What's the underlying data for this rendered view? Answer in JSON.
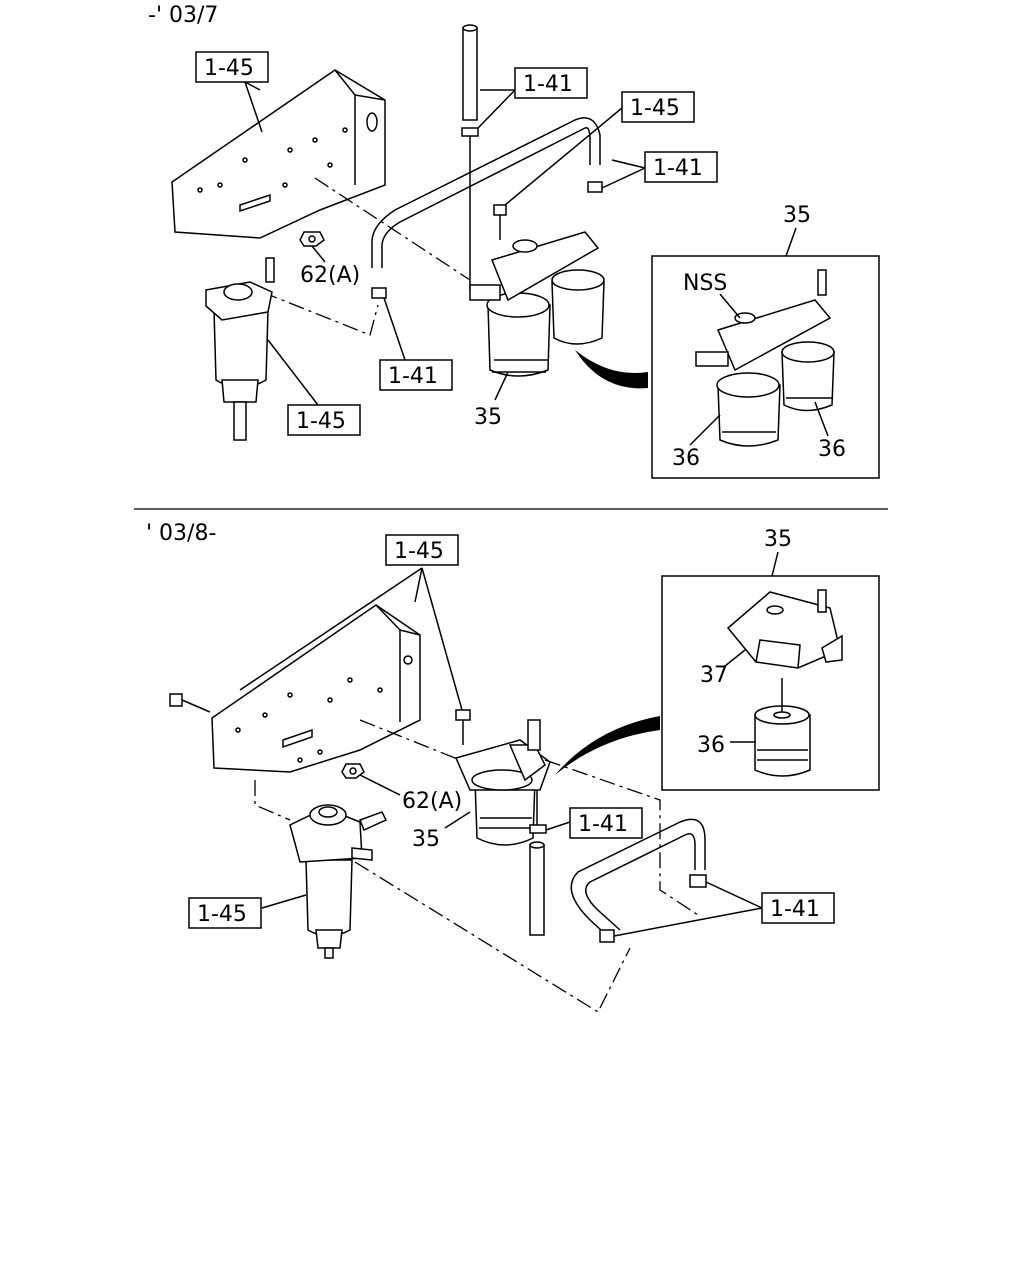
{
  "sections": [
    {
      "range_label": "-' 03/7",
      "callouts": {
        "ref_bracket_top": "1-45",
        "ref_fuel_pipe_top": "1-41",
        "ref_bolt": "1-45",
        "ref_hose_right": "1-41",
        "ref_hose_lower": "1-41",
        "ref_filter_left": "1-45",
        "nut": "62(A)",
        "filter_assembly": "35"
      },
      "detail_box": {
        "title": "35",
        "labels": {
          "nss": "NSS",
          "element_left": "36",
          "element_right": "36"
        }
      }
    },
    {
      "range_label": "' 03/8-",
      "callouts": {
        "ref_bracket": "1-45",
        "ref_pipe": "1-41",
        "ref_hose": "1-41",
        "ref_filter_left": "1-45",
        "nut": "62(A)",
        "filter_assembly": "35"
      },
      "detail_box": {
        "title": "35",
        "labels": {
          "head": "37",
          "element": "36"
        }
      }
    }
  ]
}
